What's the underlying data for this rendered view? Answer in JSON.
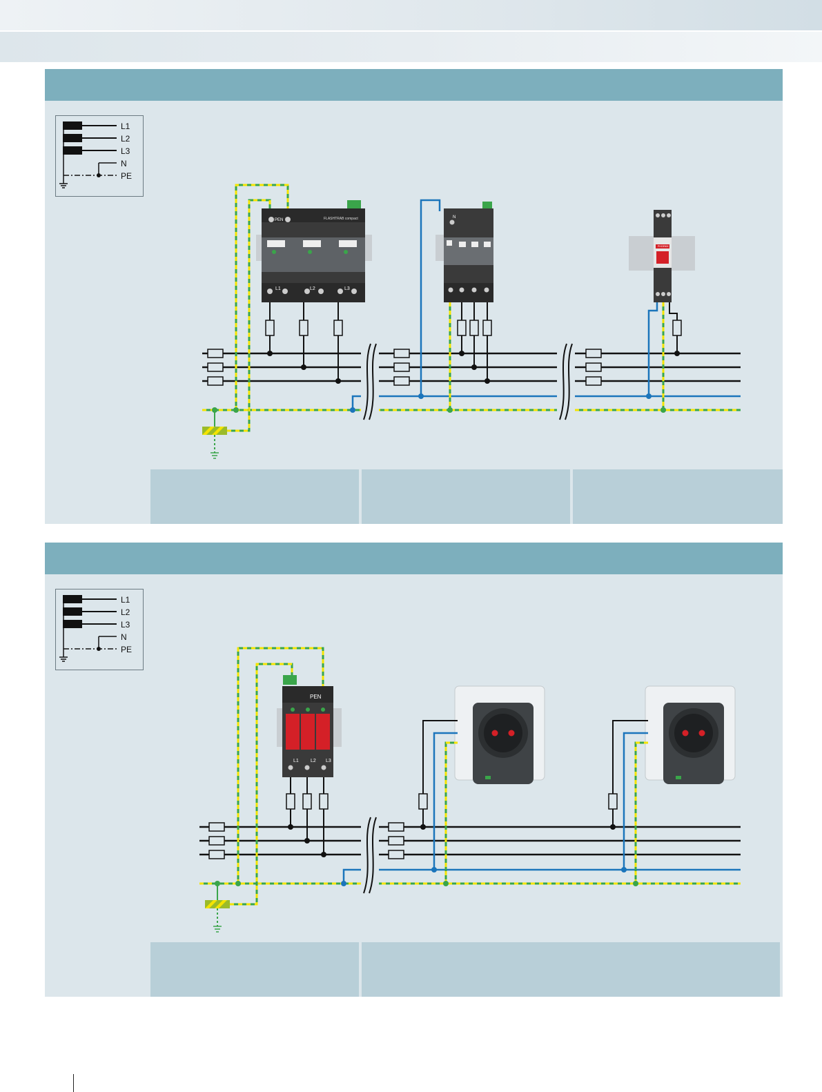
{
  "legend": {
    "labels": [
      "L1",
      "L2",
      "L3",
      "N",
      "PE"
    ]
  },
  "panel1": {
    "device1": {
      "brand": "FLASHTRAB compact",
      "top_label": "PEN",
      "bottom_labels": [
        "L1",
        "L2",
        "L3"
      ]
    },
    "device2": {
      "top_label": "N"
    },
    "device3": {
      "brand": "PHOENIX"
    }
  },
  "panel2": {
    "device1": {
      "top_label": "PEN",
      "bottom_labels": [
        "L1",
        "L2",
        "L3"
      ]
    }
  },
  "colors": {
    "phase": "#111111",
    "neutral": "#1b75bb",
    "pe_green": "#3aa54a",
    "pe_yellow": "#f4e400",
    "node_green": "#3aa54a",
    "node_blue": "#1b75bb",
    "header": "#7dafbd",
    "panel": "#dce6eb",
    "caption": "#b8cfd8",
    "device_body": "#3a3a3a",
    "spd_red": "#d42027"
  }
}
